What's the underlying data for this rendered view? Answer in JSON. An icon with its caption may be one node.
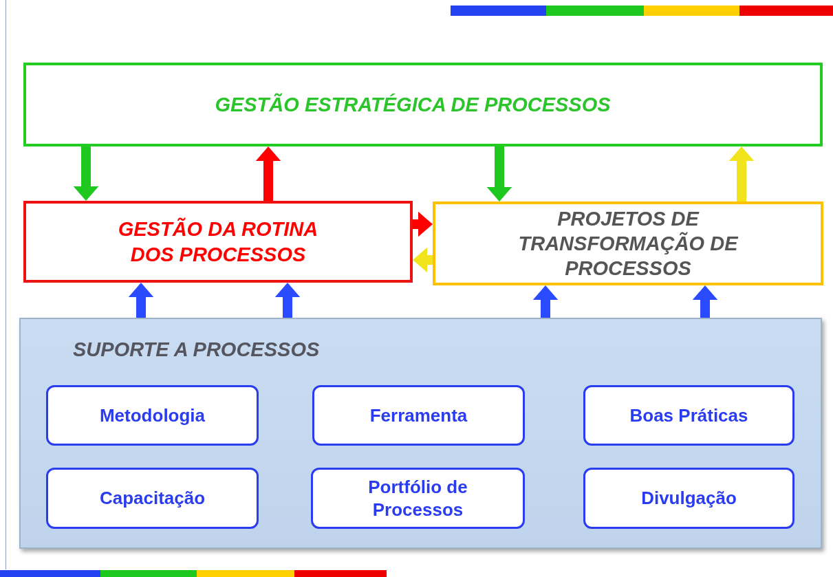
{
  "diagram": {
    "nodes": [
      {
        "text": [
          "GESTÃO ESTRATÉGICA DE PROCESSOS"
        ]
      },
      {
        "text": [
          "GESTÃO DA ROTINA DOS PROCESSOS"
        ]
      },
      {
        "text": [
          "PROJETOS DE TRANSFORMAÇÃO DE PROCESSOS"
        ]
      },
      {
        "text": [
          "SUPORTE A PROCESSOS"
        ]
      },
      {
        "text": [
          "Metodologia"
        ],
        "in": 3
      },
      {
        "text": [
          "Ferramenta"
        ],
        "in": 3
      },
      {
        "text": [
          "Boas Práticas"
        ],
        "in": 3
      },
      {
        "text": [
          "Capacitação"
        ],
        "in": 3
      },
      {
        "text": [
          "Portfólio de Processos"
        ],
        "in": 3
      },
      {
        "text": [
          "Divulgação"
        ],
        "in": 3
      }
    ],
    "edges": [
      {
        "from": 0,
        "to": 1,
        "arrow": "to",
        "color": "#1ec81e"
      },
      {
        "from": 1,
        "to": 0,
        "arrow": "to",
        "color": "#ff0000"
      },
      {
        "from": 0,
        "to": 2,
        "arrow": "to",
        "color": "#1ec81e"
      },
      {
        "from": 2,
        "to": 0,
        "arrow": "to",
        "color": "#f2e41c"
      },
      {
        "from": 1,
        "to": 2,
        "arrow": "to",
        "color": "#ff0000"
      },
      {
        "from": 2,
        "to": 1,
        "arrow": "to",
        "color": "#f2e41c"
      },
      {
        "from": 3,
        "to": 1,
        "arrow": "to"
      },
      {
        "from": 3,
        "to": 1,
        "arrow": "to"
      },
      {
        "from": 3,
        "to": 2,
        "arrow": "to"
      },
      {
        "from": 3,
        "to": 2,
        "arrow": "to"
      }
    ]
  }
}
